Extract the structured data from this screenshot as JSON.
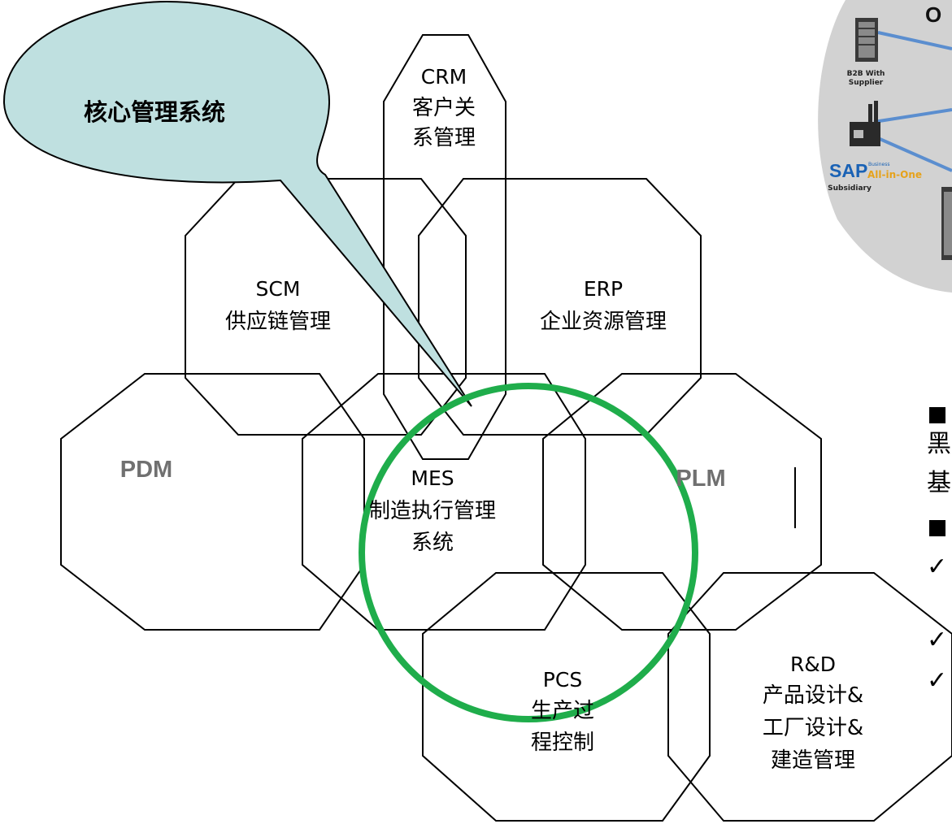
{
  "callout": {
    "text": "核心管理系统",
    "fill": "#bfe0e0"
  },
  "highlight": {
    "color": "#1fad4b"
  },
  "modules": {
    "crm": {
      "title": "CRM",
      "lines": [
        "客户关",
        "系管理"
      ]
    },
    "scm": {
      "title": "SCM",
      "lines": [
        "供应链管理"
      ]
    },
    "erp": {
      "title": "ERP",
      "lines": [
        "企业资源管理"
      ]
    },
    "pdm": {
      "title": "PDM"
    },
    "mes": {
      "title": "MES",
      "lines": [
        "制造执行管理",
        "系统"
      ]
    },
    "plm": {
      "title": "PLM"
    },
    "pcs": {
      "title": "PCS",
      "lines": [
        "生产过",
        "程控制"
      ]
    },
    "rnd": {
      "title": "R&D",
      "lines": [
        "产品设计&",
        "工厂设计&",
        "建造管理"
      ]
    }
  },
  "sap_graphic": {
    "labels": [
      "B2B With",
      "Supplier",
      "Subsidiary"
    ],
    "logo_text": "SAP",
    "logo_sub": [
      "Business",
      "All-in-One"
    ],
    "top_char": "O"
  },
  "right_panel": {
    "chars": [
      "黑",
      "基"
    ]
  }
}
